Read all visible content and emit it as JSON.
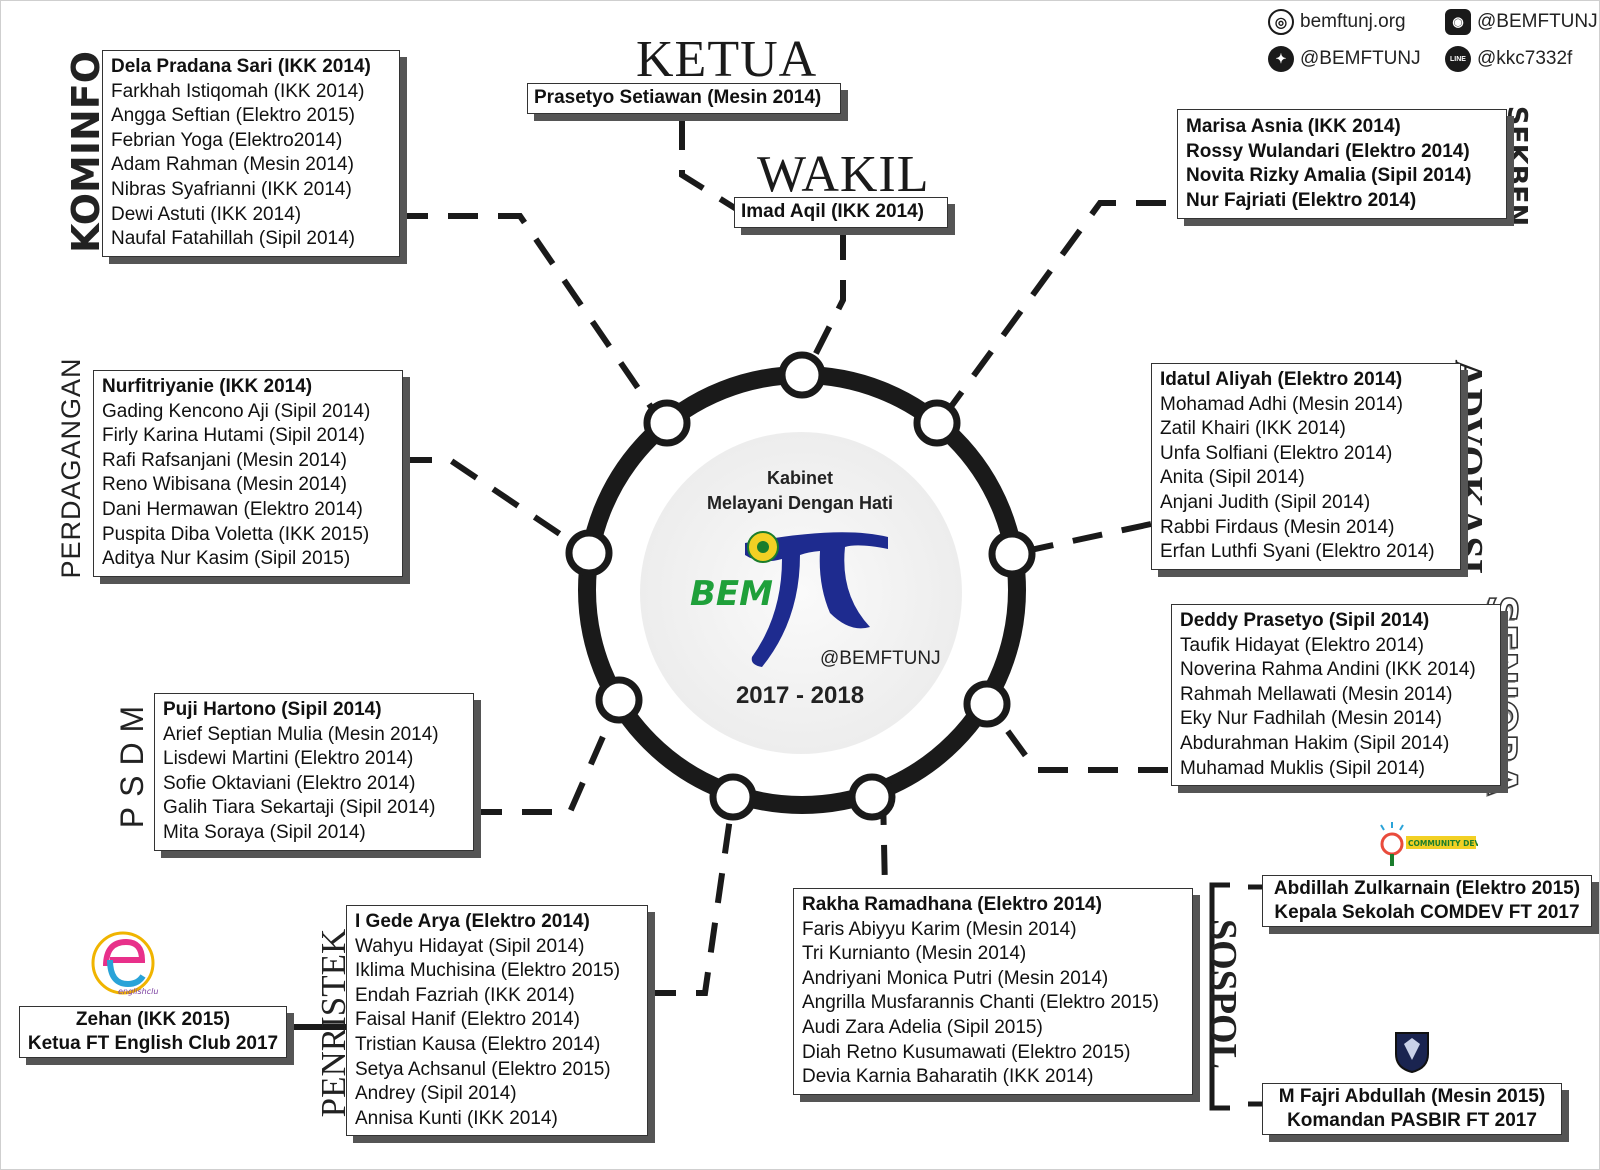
{
  "social": {
    "website": "bemftunj.org",
    "instagram": "@BEMFTUNJ",
    "twitter": "@BEMFTUNJ",
    "line": "@kkc7332f"
  },
  "ketua": {
    "heading": "KETUA",
    "name": "Prasetyo Setiawan (Mesin 2014)"
  },
  "wakil": {
    "heading": "WAKIL",
    "name": "Imad Aqil (IKK 2014)"
  },
  "center": {
    "line1": "Kabinet",
    "line2": "Melayani Dengan Hati",
    "logo_text": "BEM",
    "handle": "@BEMFTUNJ",
    "years": "2017 - 2018"
  },
  "kominfo": {
    "label": "KOMINFO",
    "members": [
      "Dela Pradana Sari (IKK 2014)",
      "Farkhah Istiqomah (IKK 2014)",
      "Angga Seftian (Elektro 2015)",
      "Febrian Yoga (Elektro2014)",
      "Adam Rahman (Mesin 2014)",
      "Nibras Syafrianni (IKK 2014)",
      "Dewi Astuti (IKK 2014)",
      "Naufal Fatahillah (Sipil 2014)"
    ]
  },
  "perdagangan": {
    "label": "PERDAGANGAN",
    "members": [
      "Nurfitriyanie (IKK 2014)",
      "Gading Kencono Aji (Sipil 2014)",
      "Firly Karina Hutami (Sipil 2014)",
      "Rafi Rafsanjani (Mesin 2014)",
      "Reno Wibisana (Mesin 2014)",
      "Dani Hermawan (Elektro 2014)",
      "Puspita Diba Voletta (IKK 2015)",
      "Aditya Nur Kasim (Sipil 2015)"
    ]
  },
  "psdm": {
    "label": "PSDM",
    "members": [
      "Puji Hartono (Sipil 2014)",
      "Arief Septian Mulia (Mesin 2014)",
      "Lisdewi Martini (Elektro 2014)",
      "Sofie Oktaviani (Elektro 2014)",
      "Galih Tiara Sekartaji (Sipil 2014)",
      "Mita Soraya (Sipil 2014)"
    ]
  },
  "penristek": {
    "label": "PENRISTEK",
    "members": [
      "I Gede Arya (Elektro 2014)",
      "Wahyu Hidayat (Sipil 2014)",
      "Iklima Muchisina (Elektro 2015)",
      "Endah Fazriah (IKK 2014)",
      "Faisal Hanif (Elektro 2014)",
      "Tristian Kausa (Elektro 2014)",
      "Setya Achsanul (Elektro 2015)",
      "Andrey (Sipil 2014)",
      "Annisa Kunti (IKK 2014)"
    ]
  },
  "english_club": {
    "badge_text": "englishclub",
    "lines": [
      "Zehan (IKK 2015)",
      "Ketua FT English Club 2017"
    ]
  },
  "sekben": {
    "label": "SEKBEN",
    "members": [
      "Marisa Asnia (IKK 2014)",
      "Rossy Wulandari (Elektro 2014)",
      "Novita Rizky Amalia (Sipil 2014)",
      "Nur Fajriati (Elektro 2014)"
    ]
  },
  "advokasi": {
    "label": "ADVOKASI",
    "members": [
      "Idatul Aliyah (Elektro 2014)",
      "Mohamad Adhi (Mesin 2014)",
      "Zatil Khairi (IKK 2014)",
      "Unfa Solfiani (Elektro 2014)",
      "Anita (Sipil 2014)",
      "Anjani Judith (Sipil 2014)",
      "Rabbi Firdaus (Mesin 2014)",
      "Erfan Luthfi Syani (Elektro 2014)"
    ]
  },
  "seniora": {
    "label": "SENIORA",
    "members": [
      "Deddy Prasetyo (Sipil 2014)",
      "Taufik Hidayat (Elektro 2014)",
      "Noverina Rahma Andini (IKK 2014)",
      "Rahmah Mellawati (Mesin 2014)",
      "Eky Nur Fadhilah (Mesin 2014)",
      "Abdurahman Hakim (Sipil 2014)",
      "Muhamad Muklis (Sipil 2014)"
    ]
  },
  "sospol": {
    "label": "SOSPOL",
    "members": [
      "Rakha Ramadhana (Elektro 2014)",
      "Faris Abiyyu Karim (Mesin 2014)",
      "Tri Kurnianto (Mesin 2014)",
      "Andriyani Monica Putri (Mesin 2014)",
      "Angrilla Musfarannis Chanti (Elektro 2015)",
      "Audi Zara Adelia (Sipil 2015)",
      "Diah Retno Kusumawati (Elektro 2015)",
      "Devia Karnia Baharatih (IKK 2014)"
    ]
  },
  "comdev": {
    "badge_text": "COMMUNITY DEVELOPMENT",
    "lines": [
      "Abdillah Zulkarnain (Elektro 2015)",
      "Kepala Sekolah COMDEV FT 2017"
    ]
  },
  "pasbir": {
    "lines": [
      "M Fajri Abdullah (Mesin 2015)",
      "Komandan PASBIR FT 2017"
    ]
  }
}
